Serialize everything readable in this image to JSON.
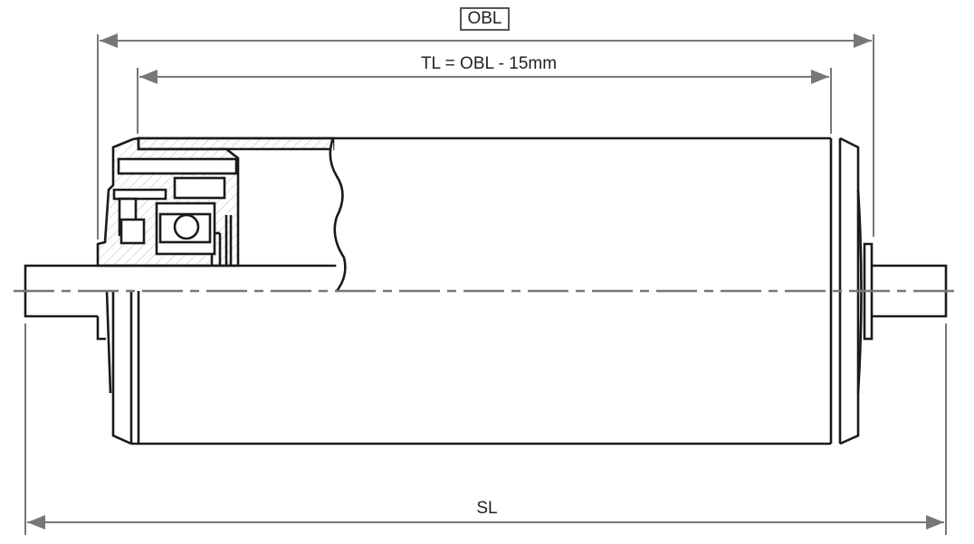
{
  "dimensions": {
    "obl_label": "OBL",
    "tl_label": "TL = OBL - 15mm",
    "sl_label": "SL"
  },
  "colors": {
    "outline": "#1a1a1a",
    "dimension": "#777777"
  }
}
